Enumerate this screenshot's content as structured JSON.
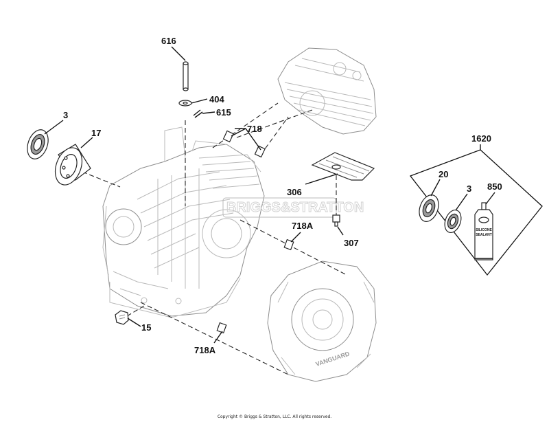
{
  "watermark": "BRIGGS&STRATTON",
  "labels": {
    "p616": "616",
    "p404": "404",
    "p615": "615",
    "p3_left": "3",
    "p17": "17",
    "p718_top": "718",
    "p306": "306",
    "p307": "307",
    "p718A_mid": "718A",
    "p15": "15",
    "p718A_bottom": "718A",
    "p1620": "1620",
    "p20": "20",
    "p3_kit": "3",
    "p850": "850"
  },
  "tube": {
    "line1": "SILICONE",
    "line2": "SEALANT"
  },
  "cover_brand": "VANGUARD",
  "copyright": "Copyright © Briggs & Stratton, LLC. All rights reserved."
}
